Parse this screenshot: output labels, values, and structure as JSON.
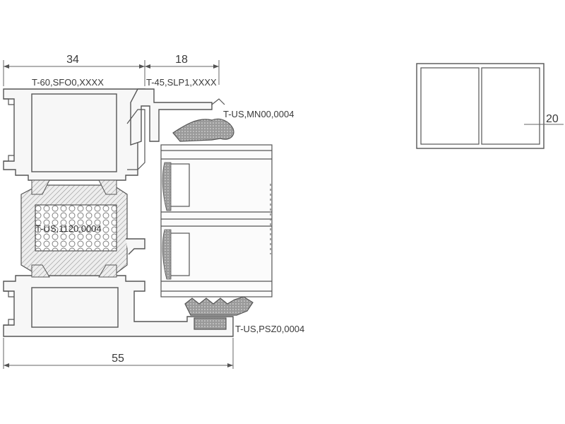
{
  "dimensions": {
    "frame_width": "34",
    "sash_width": "18",
    "total_width": "55",
    "glazing_view": "20"
  },
  "part_codes": {
    "frame_profile": "T-60,SFO0,XXXX",
    "sash_profile": "T-45,SLP1,XXXX",
    "top_gasket": "T-US,MN00,0004",
    "thermal_insert": "T-US,1120,0004",
    "bottom_gasket": "T-US,PSZ0,0004"
  },
  "colors": {
    "outline": "#555555",
    "profile_fill": "#f7f7f7",
    "gasket_fill": "#8c8c8c",
    "text": "#3a3a3a"
  }
}
